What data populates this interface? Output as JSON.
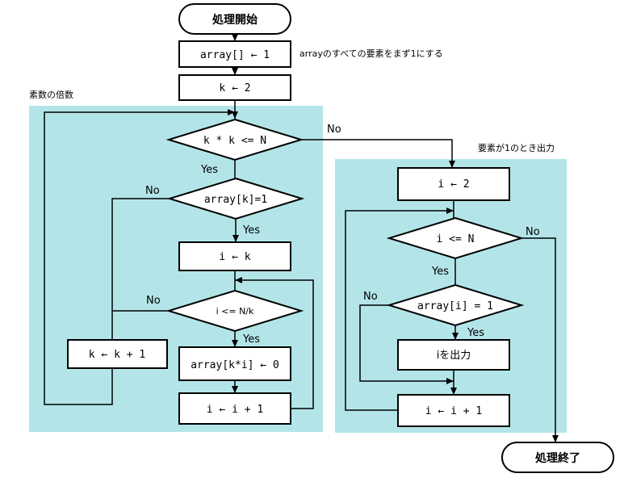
{
  "colors": {
    "region_fill": "#b3e5e8",
    "stroke": "#000000",
    "shape_fill": "#ffffff"
  },
  "terminals": {
    "start": "処理開始",
    "end": "処理終了"
  },
  "processes": {
    "init_array": "array[] ← 1",
    "k_init": "k ← 2",
    "i_set_k": "i ← k",
    "mark_multiple": "array[k*i] ← 0",
    "i_inc_left": "i ← i + 1",
    "k_inc": "k ← k + 1",
    "i_init_right": "i ← 2",
    "output_i": "iを出力",
    "i_inc_right": "i ← i + 1"
  },
  "decisions": {
    "k_squared": "k * k <= N",
    "array_k": "array[k]=1",
    "i_le_n_over_k": "i <= N/k",
    "i_le_n": "i <= N",
    "array_i": "array[i] = 1"
  },
  "annotations": {
    "init_note": "arrayのすべての要素をまず1にする",
    "left_region_title": "素数の倍数",
    "right_region_title": "要素が1のとき出力"
  },
  "branch_labels": {
    "yes": "Yes",
    "no": "No"
  }
}
